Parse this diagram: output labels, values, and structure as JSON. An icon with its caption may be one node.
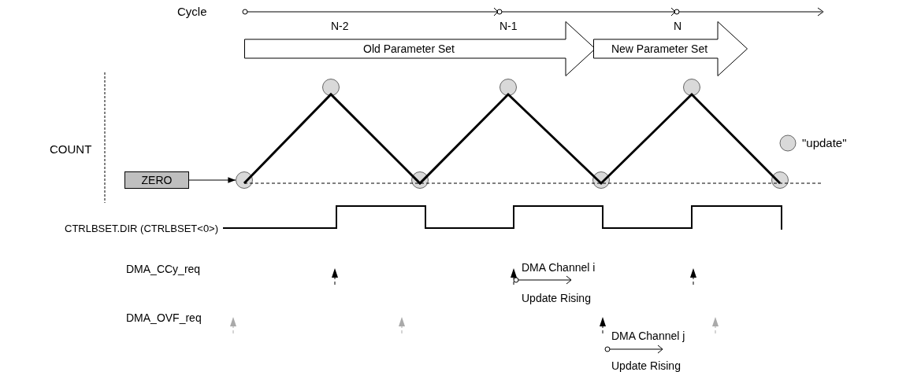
{
  "diagram": {
    "nodes": [
      {
        "text": [
          "ZERO"
        ]
      },
      {
        "text": [
          "Old Parameter Set"
        ]
      },
      {
        "text": [
          "New Parameter Set"
        ]
      },
      {
        "text": [],
        "shape": "circle"
      },
      {
        "text": [],
        "shape": "circle"
      },
      {
        "text": [],
        "shape": "circle"
      },
      {
        "text": [],
        "shape": "circle"
      },
      {
        "text": [],
        "shape": "circle"
      },
      {
        "text": [],
        "shape": "circle"
      },
      {
        "text": [],
        "shape": "circle"
      }
    ],
    "edges": [
      {
        "from": 0,
        "to": 3,
        "arrow": "to"
      }
    ],
    "labels": [
      "Cycle",
      "N-2",
      "N-1",
      "N",
      "COUNT",
      "CTRLBSET.DIR (CTRLBSET<0>)",
      "DMA_CCy_req",
      "DMA_OVF_req",
      "DMA Channel i",
      "Update Rising",
      "DMA Channel j",
      "Update Rising"
    ],
    "legend": [
      {
        "text": "\"update\"",
        "color": "#d9d9d9"
      }
    ]
  }
}
